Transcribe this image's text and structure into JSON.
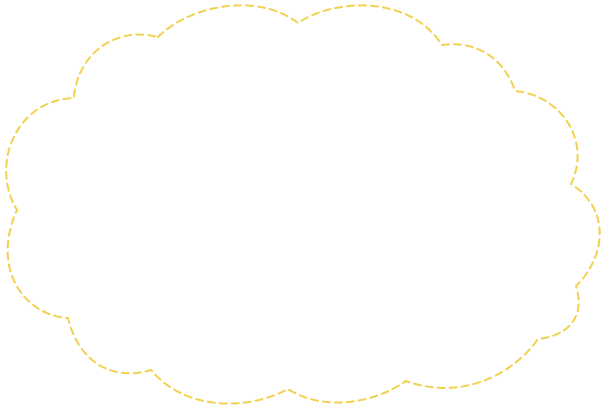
{
  "shape": {
    "kind": "cloud-outline",
    "stroke_color": "#F2D14F",
    "stroke_style": "dashed",
    "fill": "none"
  }
}
